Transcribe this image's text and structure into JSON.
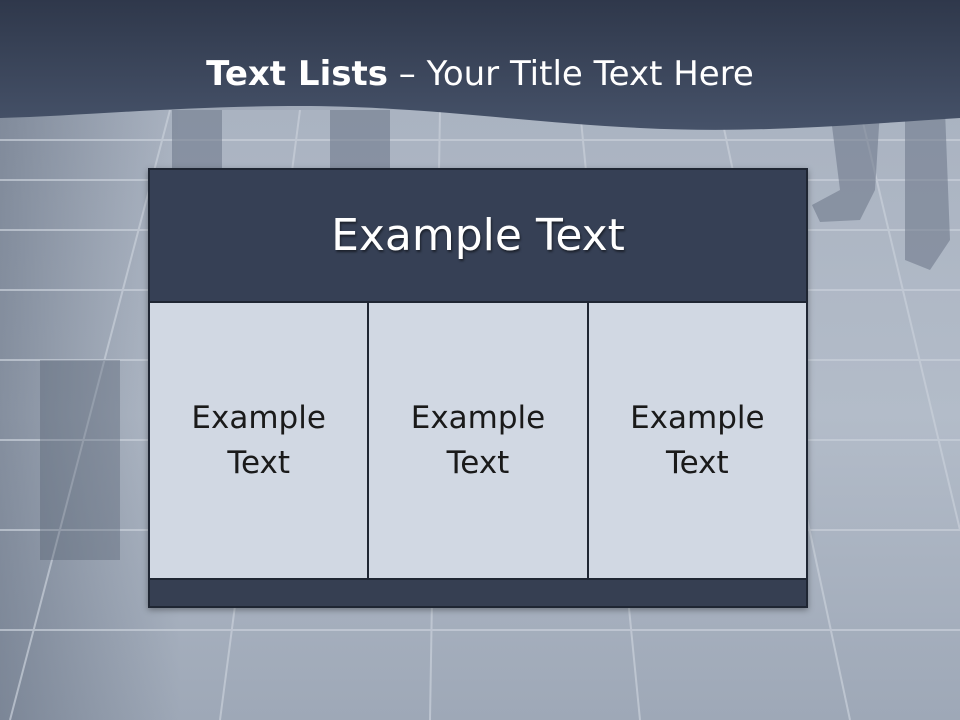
{
  "slide": {
    "title_bold": "Text Lists",
    "title_rest": "– Your Title Text Here"
  },
  "table": {
    "header": "Example Text",
    "cells": [
      "Example Text",
      "Example Text",
      "Example Text"
    ]
  },
  "colors": {
    "header_band": "#3a455b",
    "table_dark": "#364055",
    "cell_light": "#d1d8e3",
    "border": "#1f2633"
  }
}
